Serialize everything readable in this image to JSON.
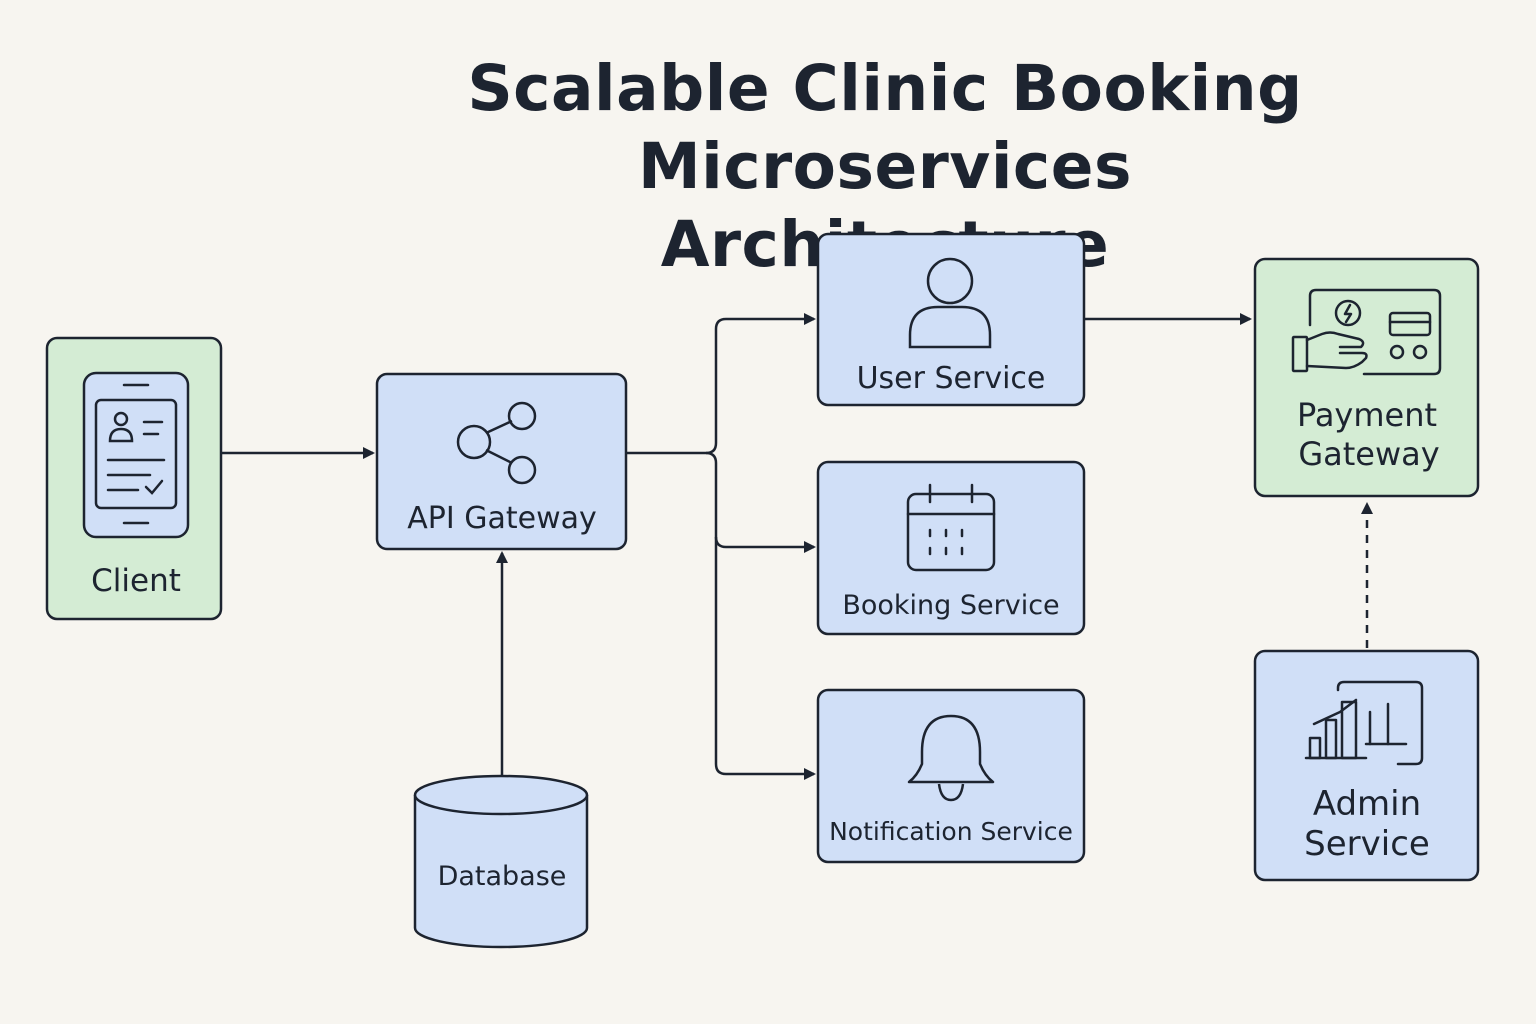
{
  "title": {
    "line1": "Scalable Clinic Booking Microservices",
    "line2": "Architecture"
  },
  "nodes": {
    "client": {
      "label": "Client",
      "icon": "mobile-phone-profile-icon",
      "fill": "#d4ecd4"
    },
    "api_gateway": {
      "label": "API Gateway",
      "icon": "share-nodes-icon",
      "fill": "#d0dff7"
    },
    "database": {
      "label": "Database",
      "icon": "database-cylinder",
      "fill": "#d0dff7"
    },
    "user_service": {
      "label": "User Service",
      "icon": "user-icon",
      "fill": "#d0dff7"
    },
    "booking_service": {
      "label": "Booking Service",
      "icon": "calendar-icon",
      "fill": "#d0dff7"
    },
    "notification_service": {
      "label": "Notification Service",
      "icon": "bell-icon",
      "fill": "#d0dff7"
    },
    "payment_gateway": {
      "label_line1": "Payment",
      "label_line2": "Gateway",
      "icon": "card-payment-icon",
      "fill": "#d4ecd4"
    },
    "admin_service": {
      "label_line1": "Admin",
      "label_line2": "Service",
      "icon": "bar-chart-icon",
      "fill": "#d0dff7"
    }
  },
  "edges": [
    {
      "from": "client",
      "to": "api_gateway",
      "style": "solid"
    },
    {
      "from": "database",
      "to": "api_gateway",
      "style": "solid"
    },
    {
      "from": "api_gateway",
      "to": "user_service",
      "style": "solid"
    },
    {
      "from": "api_gateway",
      "to": "booking_service",
      "style": "solid"
    },
    {
      "from": "api_gateway",
      "to": "notification_service",
      "style": "solid"
    },
    {
      "from": "user_service",
      "to": "payment_gateway",
      "style": "solid"
    },
    {
      "from": "admin_service",
      "to": "payment_gateway",
      "style": "dashed"
    }
  ],
  "colors": {
    "stroke": "#1d2430",
    "green_fill": "#d4ecd4",
    "blue_fill": "#d0dff7",
    "background": "#f7f5f0"
  }
}
